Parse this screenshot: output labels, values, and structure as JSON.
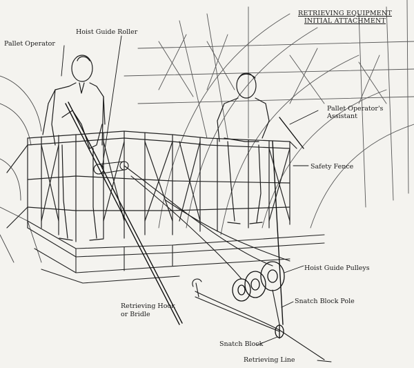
{
  "title": {
    "line1": "RETRIEVING EQUIPMENT",
    "line2": "INITIAL ATTACHMENT"
  },
  "labels": {
    "pallet_operator": "Pallet Operator",
    "hoist_guide_roller": "Hoist Guide Roller",
    "assistant_line1": "Pallet Operator's",
    "assistant_line2": "Assistant",
    "safety_fence": "Safety Fence",
    "hoist_guide_pulleys": "Hoist Guide Pulleys",
    "snatch_block_pole": "Snatch Block Pole",
    "hook_line1": "Retrieving Hook",
    "hook_line2": "or Bridle",
    "snatch_block": "Snatch Block",
    "retrieving_line": "Retrieving Line"
  }
}
